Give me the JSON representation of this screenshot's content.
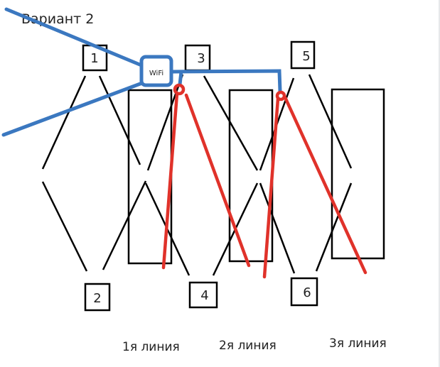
{
  "title": "Вариант 2",
  "nodes": [
    "1",
    "2",
    "3",
    "4",
    "5",
    "6"
  ],
  "wifi_label": "WiFi",
  "lines": [
    "1я линия",
    "2я линия",
    "3я линия"
  ],
  "colors": {
    "wifi": "#3b78c0",
    "cable": "#e0322a",
    "structure": "#000000"
  }
}
